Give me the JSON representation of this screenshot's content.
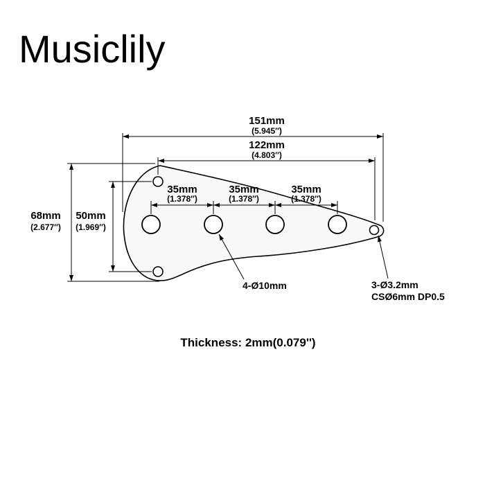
{
  "brand": "Musiclily",
  "plate": {
    "total_width": {
      "mm": "151mm",
      "inch": "(5.945″)"
    },
    "screw_span": {
      "mm": "122mm",
      "inch": "(4.803″)"
    },
    "hole_spacing": {
      "mm": "35mm",
      "inch": "(1.378″)"
    },
    "total_height": {
      "mm": "68mm",
      "inch": "(2.677″)"
    },
    "screw_height": {
      "mm": "50mm",
      "inch": "(1.969″)"
    },
    "control_holes_label": "4-Ø10mm",
    "screw_holes_label_line1": "3-Ø3.2mm",
    "screw_holes_label_line2": "CSØ6mm DP0.5",
    "thickness_label": "Thickness: 2mm(0.079'')"
  }
}
